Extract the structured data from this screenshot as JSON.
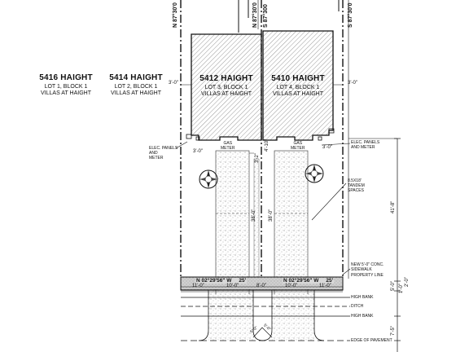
{
  "lots": [
    {
      "address": "5416 HAIGHT",
      "lot": "LOT 1, BLOCK 1",
      "subdivision": "VILLAS AT HAIGHT"
    },
    {
      "address": "5414 HAIGHT",
      "lot": "LOT 2, BLOCK 1",
      "subdivision": "VILLAS AT HAIGHT"
    },
    {
      "address": "5412 HAIGHT",
      "lot": "LOT 3, BLOCK 1",
      "subdivision": "VILLAS AT HAIGHT"
    },
    {
      "address": "5410 HAIGHT",
      "lot": "LOT 4, BLOCK 1",
      "subdivision": "VILLAS AT HAIGHT"
    }
  ],
  "lot_line_bearings": {
    "left": "N 87°30'0",
    "mid_left": "N 87°30'0",
    "mid_right": "S 87°300",
    "right": "S 87°30'0"
  },
  "notes": {
    "elec_left": [
      "ELEC. PANELS",
      "AND",
      "METER"
    ],
    "elec_right": [
      "ELEC. PANELS",
      "AND METER"
    ],
    "gas_meter_left": [
      "GAS",
      "METER"
    ],
    "gas_meter_right": [
      "GAS",
      "METER"
    ],
    "tandem": [
      "8.5X18'",
      "TANDEM",
      "SPACES"
    ],
    "sidewalk": [
      "NEW 5'-0\" CONC.",
      "SIDEWALK"
    ],
    "property_line": "PROPERTY LINE",
    "high_bank_1": "HIGH BANK",
    "ditch": "DITCH",
    "high_bank_2": "HIGH BANK",
    "edge_of_pavement": "EDGE OF PAVEMENT"
  },
  "dimensions": {
    "setback_left_side": "3'-0\"",
    "setback_right_side": "3'-0\"",
    "setback_front_left": "3'-0\"",
    "setback_front_right": "3'-0\"",
    "gap_mid": "4'-10\"",
    "gap_mid_lower": "3'-2\"",
    "drive_len_left": "38'-0\"",
    "drive_len_right": "38'-0\"",
    "depth_right": "41'-8\"",
    "bearing_left": "N 02°29'56\" W",
    "frontage_left": "25'",
    "bearing_right": "N 02°29'56\" W",
    "frontage_right": "25'",
    "seg_1": "11'-0\"",
    "seg_2": "10'-0\"",
    "seg_3": "8'-0\"",
    "seg_4": "10'-0\"",
    "seg_5": "11'-0\"",
    "sw_5": "5'-0\"",
    "sw_1": "1'-0\"",
    "sw_2": "2'-0\"",
    "ditch_7": "7'-5\"",
    "radius_left": "5'-0\"",
    "radius_right": "5'-0\""
  },
  "colors": {
    "hatch": "#8a8a8a",
    "stipple": "#b5b5b5",
    "ink": "#111111",
    "sidewalk": "#d8d8d8"
  }
}
